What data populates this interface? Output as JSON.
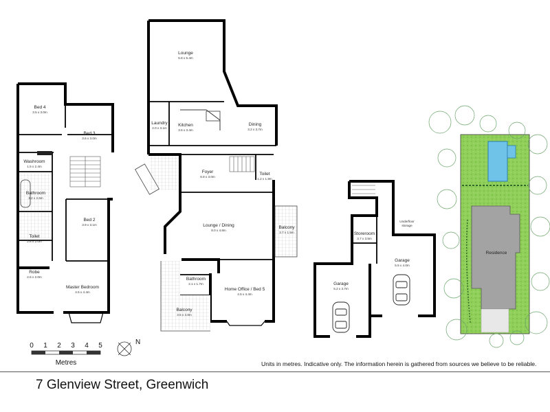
{
  "address": "7 Glenview Street, Greenwich",
  "disclaimer": "Units in metres. Indicative only. The information herein is gathered from sources we believe to be reliable.",
  "scale": {
    "ticks": [
      "0",
      "1",
      "2",
      "3",
      "4",
      "5"
    ],
    "unit": "Metres",
    "north_label": "N"
  },
  "rooms": {
    "bed4": {
      "name": "Bed 4",
      "dims": "3.5 x 3.0m"
    },
    "bed3": {
      "name": "Bed 3",
      "dims": "3.6 x 3.0m"
    },
    "washroom": {
      "name": "Washroom",
      "dims": "1.5 x 2.4m"
    },
    "bathroom": {
      "name": "Bathroom",
      "dims": "3.2 x 2.6m"
    },
    "bed2": {
      "name": "Bed 2",
      "dims": "3.9 x 3.1m"
    },
    "toilet": {
      "name": "Toilet",
      "dims": "2.8 x 2.0m"
    },
    "robe": {
      "name": "Robe",
      "dims": "2.6 x 2.0m"
    },
    "master": {
      "name": "Master Bedroom",
      "dims": "4.5 x 4.4m"
    },
    "lounge": {
      "name": "Lounge",
      "dims": "5.8 x 5.4m"
    },
    "laundry": {
      "name": "Laundry",
      "dims": "2.0 x 3.1m"
    },
    "kitchen": {
      "name": "Kitchen",
      "dims": "3.6 x 3.4m"
    },
    "dining": {
      "name": "Dining",
      "dims": "3.2 x 3.7m"
    },
    "foyer": {
      "name": "Foyer",
      "dims": "6.8 x 3.0m"
    },
    "toilet2": {
      "name": "Toilet",
      "dims": "1.2 x 1.9m"
    },
    "lounge_dining": {
      "name": "Lounge / Dining",
      "dims": "8.0 x 4.8m"
    },
    "balcony1": {
      "name": "Balcony",
      "dims": "3.7 x 1.5m"
    },
    "bathroom2": {
      "name": "Bathroom",
      "dims": "2.1 x 1.7m"
    },
    "office": {
      "name": "Home Office / Bed 5",
      "dims": "4.5 x 4.4m"
    },
    "balcony2": {
      "name": "Balcony",
      "dims": "3.5 x 3.8m"
    },
    "storeroom": {
      "name": "Storeroom",
      "dims": "3.7 x 3.5m"
    },
    "underfloor": {
      "name": "Underfloor",
      "dims": "storage"
    },
    "garage1": {
      "name": "Garage",
      "dims": "5.5 x 4.0m"
    },
    "garage2": {
      "name": "Garage",
      "dims": "5.2 x 3.7m"
    },
    "residence": {
      "name": "Residence",
      "dims": ""
    }
  }
}
